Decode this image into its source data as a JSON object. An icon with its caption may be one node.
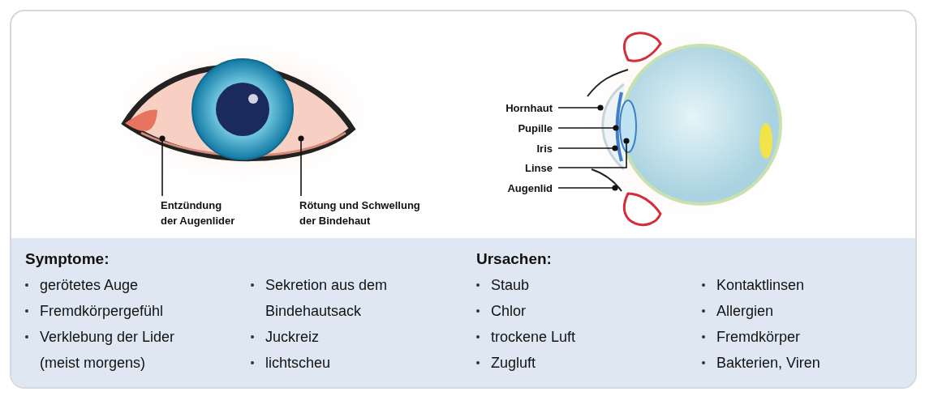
{
  "diagram": {
    "nodes": [
      {
        "text": [
          "Entzündung der Augenlider"
        ]
      },
      {
        "text": [
          "Rötung und Schwellung der Bindehaut"
        ]
      },
      {
        "text": [
          "Hornhaut"
        ]
      },
      {
        "text": [
          "Pupille"
        ]
      },
      {
        "text": [
          "Iris"
        ]
      },
      {
        "text": [
          "Linse"
        ]
      },
      {
        "text": [
          "Augenlid"
        ]
      }
    ],
    "edges": [
      {
        "from": 0,
        "to": null,
        "arrow": "other"
      },
      {
        "from": 1,
        "to": null,
        "arrow": "other"
      },
      {
        "from": 2,
        "to": null,
        "arrow": "other"
      },
      {
        "from": 3,
        "to": null,
        "arrow": "other"
      },
      {
        "from": 4,
        "to": null,
        "arrow": "other"
      },
      {
        "from": 5,
        "to": null,
        "arrow": "other"
      },
      {
        "from": 6,
        "to": null,
        "arrow": "other"
      }
    ],
    "labels": [
      "Symptome:",
      "gerötetes Auge",
      "Fremdkörpergefühl",
      "Verklebung der Lider (meist morgens)",
      "Sekretion aus dem Bindehautsack",
      "Juckreiz",
      "lichtscheu",
      "Ursachen:",
      "Staub",
      "Chlor",
      "trockene Luft",
      "Zugluft",
      "Kontaktlinsen",
      "Allergien",
      "Fremdkörper",
      "Bakterien, Viren"
    ]
  }
}
